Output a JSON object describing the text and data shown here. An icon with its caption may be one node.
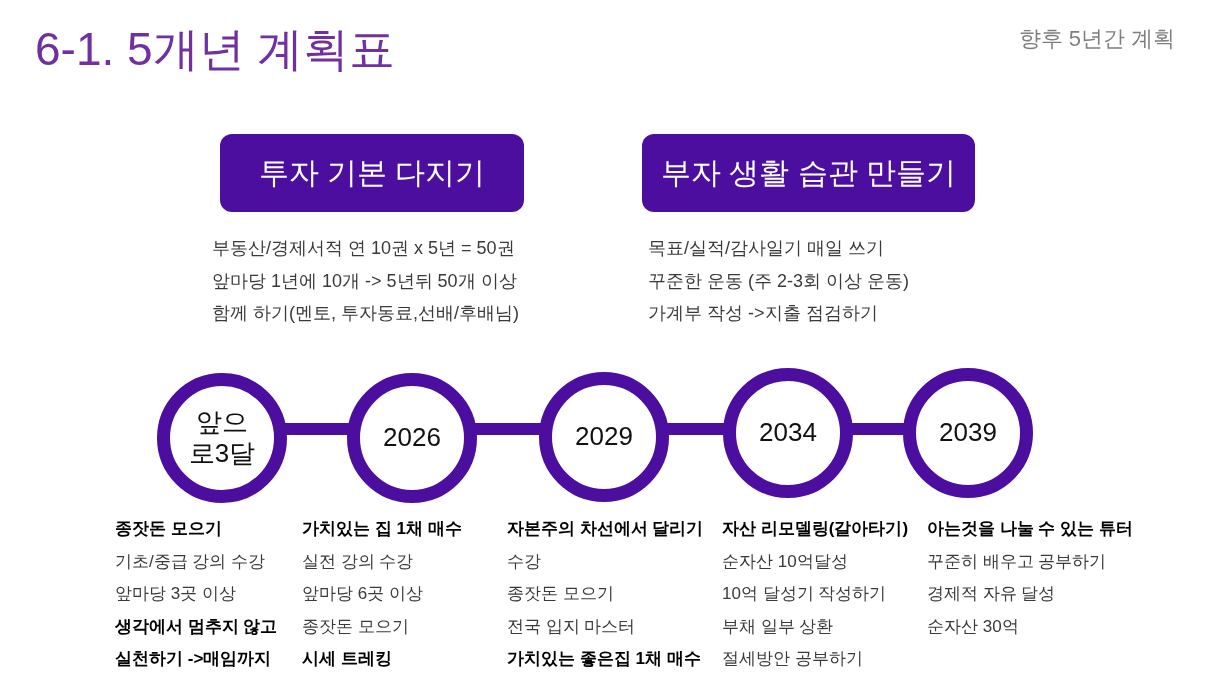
{
  "diagram": {
    "title": "6-1. 5개년 계획표",
    "nodes": [
      {
        "text": [
          "투자 기본 다지기"
        ],
        "beside": [
          "부동산/경제서적 연 10권 x 5년 = 50권",
          "앞마당 1년에 10개 -> 5년뒤 50개 이상",
          "함께 하기(멘토, 투자동료,선배/후배님)"
        ]
      },
      {
        "text": [
          "부자 생활 습관 만들기"
        ],
        "beside": [
          "목표/실적/감사일기 매일 쓰기",
          "꾸준한 운동 (주 2-3회 이상 운동)",
          "가계부 작성 ->지출 점검하기"
        ]
      },
      {
        "text": [
          "앞으로3달"
        ],
        "beside": [
          "종잣돈 모으기",
          "기초/중급 강의 수강",
          "앞마당 3곳 이상",
          "생각에서 멈추지 않고 실천하기 ->매임까지"
        ]
      },
      {
        "text": [
          "2026"
        ],
        "beside": [
          "가치있는 집 1채 매수",
          "실전 강의 수강",
          "앞마당 6곳 이상",
          "종잣돈 모으기",
          "시세 트레킹"
        ]
      },
      {
        "text": [
          "2029"
        ],
        "beside": [
          "자본주의 차선에서 달리기",
          "수강",
          "종잣돈 모으기",
          "전국 입지 마스터",
          "가치있는 좋은집 1채 매수"
        ]
      },
      {
        "text": [
          "2034"
        ],
        "beside": [
          "자산 리모델링(갈아타기)",
          "순자산 10억달성",
          "10억 달성기 작성하기",
          "부채 일부 상환",
          "절세방안 공부하기"
        ]
      },
      {
        "text": [
          "2039"
        ],
        "beside": [
          "아는것을 나눌 수 있는 튜터",
          "꾸준히 배우고 공부하기",
          "경제적 자유 달성",
          "순자산 30억"
        ]
      }
    ],
    "edges": [
      {
        "from": 2,
        "to": 3,
        "arrow": "none"
      },
      {
        "from": 3,
        "to": 4,
        "arrow": "none"
      },
      {
        "from": 4,
        "to": 5,
        "arrow": "none"
      },
      {
        "from": 5,
        "to": 6,
        "arrow": "none"
      }
    ],
    "labels": [
      "향후 5년간 계획"
    ]
  }
}
